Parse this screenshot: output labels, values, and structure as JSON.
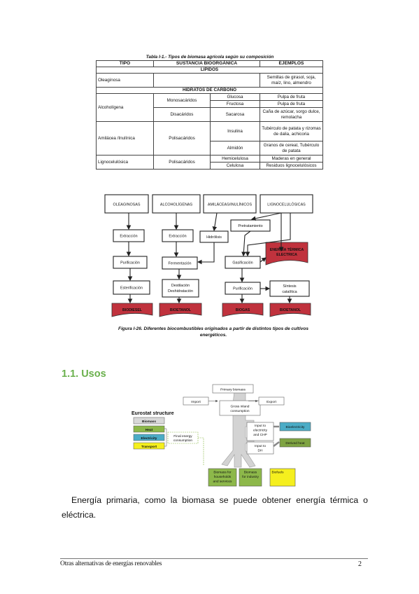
{
  "table": {
    "caption": "Tabla I-1.- Tipos de biomasa agrícola según su composición",
    "headers": [
      "TIPO",
      "SUSTANCIA BIOORGÁNICA",
      "EJEMPLOS"
    ],
    "section_lipidos": "LIPIDOS",
    "oleaginosa": {
      "tipo": "Oleaginosa",
      "ejemplos": "Semillas de girasol, soja, maíz, lino, almendro"
    },
    "section_hidratos": "HIDRATOS DE CARBONO",
    "alcoholigena": {
      "tipo": "Alcoholígena",
      "monosacaridos": "Monosacáridos",
      "glucosa": "Glucosa",
      "glucosa_ej": "Pulpa de fruta",
      "fructosa": "Fructosa",
      "fructosa_ej": "Pulpa de fruta",
      "disacaridos": "Disacáridos",
      "sacarosa": "Sacarosa",
      "sacarosa_ej": "Caña de azúcar, sorgo dulce, remolacha"
    },
    "amilacea": {
      "tipo": "Amilácea /Inulínica",
      "polisacaridos": "Polisacáridos",
      "insulina": "Insulina",
      "insulina_ej": "Tubérculo de patata y rizomas de dalia, achicoria",
      "almidon": "Almidón",
      "almidon_ej": "Granos de cereal, Tubérculo de patata"
    },
    "lignocelulosica": {
      "tipo": "Lignocelulósica",
      "polisacaridos": "Polisacáridos",
      "hemicelulosa": "Hemicelulosa",
      "hemicelulosa_ej": "Maderas en general",
      "celulosa": "Celulosa",
      "celulosa_ej": "Residuos lignocelulósicos"
    }
  },
  "flow1": {
    "oleaginosas": "OLEAGINOSAS",
    "alcoholigenas": "ALCOHOLÍGENAS",
    "amilaceas": "AMILÁCEAS/INULÍNICOS",
    "lignocelulosicas": "LIGNOCELULÓSICAS",
    "extraccion": "Extracción",
    "hidrolisis": "Hidrólisis",
    "pretratamiento": "Pretratamiento",
    "purificacion": "Purificación",
    "fermentacion": "Fermentación",
    "gasificacion": "Gasificación",
    "esterificacion": "Esterificación",
    "destilacion_1": "Destilación",
    "destilacion_2": "Deshidratación",
    "sintesis_1": "Síntesis",
    "sintesis_2": "catalítica",
    "energia_1": "ENERGÍA TÉRMICA",
    "energia_2": "ELECTRICA",
    "biodiesel": "BIODIESEL",
    "bioetanol": "BIOETANOL",
    "biogas": "BIOGAS",
    "bioetanol2": "BIOETANOL",
    "caption_1": "Figura I-26. Diferentes biocombustibles originados a partir de distintos tipos de cultivos",
    "caption_2": "energéticos."
  },
  "heading": "1.1. Usos",
  "flow2": {
    "primary": "Primary biomass",
    "import": "Import",
    "export": "Export",
    "gross_1": "Gross inland",
    "gross_2": "consumption",
    "structure_title": "Eurostat structure",
    "legend_biomass": "Biomass",
    "legend_heat": "Heat",
    "legend_electricity": "Electricity",
    "legend_transport": "Transport",
    "final_1": "Final energy",
    "final_2": "consumption",
    "input_chp_1": "Input to",
    "input_chp_2": "electricity",
    "input_chp_3": "and CHP",
    "input_dh_1": "Input to",
    "input_dh_2": "DH",
    "bioelectricity": "Bioelectricity",
    "derived_heat": "Derived heat",
    "households_1": "Biomass for",
    "households_2": "households",
    "households_3": "and services",
    "industry_1": "Biomass",
    "industry_2": "for industry",
    "biofuels": "Biofuels",
    "colors": {
      "biomass": "#d9d9d9",
      "heat": "#8db84a",
      "electricity": "#4bacc6",
      "transport": "#f5ef1e",
      "derived": "#7fa442"
    }
  },
  "paragraph": "Energía primaria, como la biomasa se puede obtener energía térmica o eléctrica.",
  "footer": {
    "left": "Otras alternativas de energías renovables",
    "page": "2"
  }
}
